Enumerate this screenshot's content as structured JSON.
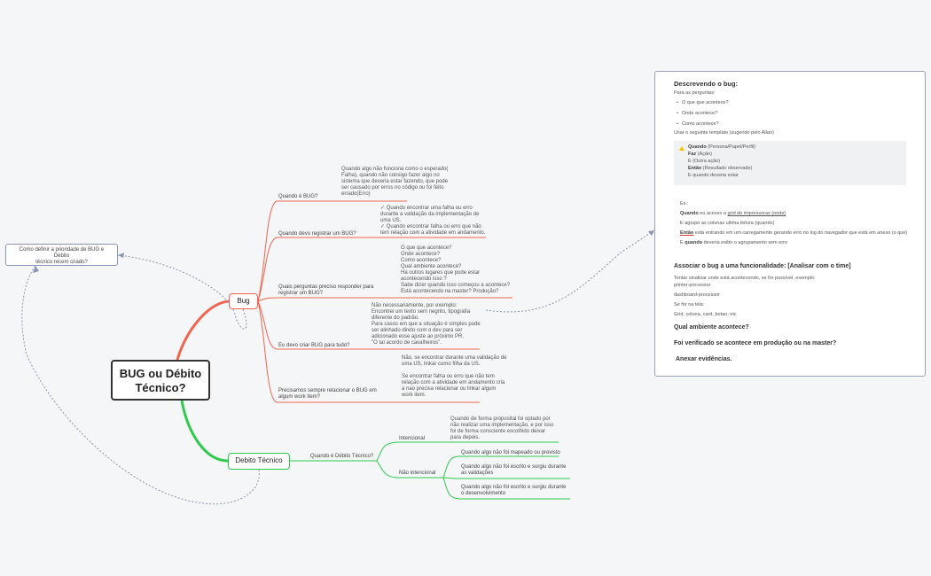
{
  "root": {
    "title_line1": "BUG ou Débito",
    "title_line2": "Técnico?"
  },
  "bug": {
    "label": "Bug",
    "topics": [
      {
        "q": [
          "Quando é BUG?"
        ],
        "a": [
          "Quando algo não funciona como o esperado(",
          "Falha), quando não consigo fazer algo no",
          "sistema que deveria estar fazendo, que pode",
          "ser causado por erros no código ou foi feito",
          "errado(Erro)"
        ]
      },
      {
        "q": [
          "Quando devo registrar um BUG?"
        ],
        "a": [
          "✓ Quando encontrar uma falha ou erro",
          "durante a validação da implementação de",
          "uma US.",
          "✓ Quando encontrar falha ou erro que não",
          "tem relação com a atividade em andamento."
        ]
      },
      {
        "q": [
          "Quais perguntas preciso responder para",
          "registrar um BUG?"
        ],
        "a": [
          "O que que acontece?",
          "Onde acontece?",
          "Como acontece?",
          "Qual ambiente acontece?",
          "Há outros lugares que pode estar",
          "acontecendo isso ?",
          "Sabe dizer quando isso começou a acontece?",
          "Está acontecendo na master? Produção?"
        ]
      },
      {
        "q": [
          "Eu devo criar BUG para tudo?"
        ],
        "a": [
          "Não necessariamente, por exemplo:",
          "Encontrei um texto sem negrito, tipografia",
          "diferente do padrão.",
          "Para casos em que a situação é simples pode",
          "ser alinhado direto com o dev para ser",
          "adicionado esse ajuste ao próximo PR.",
          "\"O tal acordo de cavalheiros\"."
        ]
      },
      {
        "q": [
          "Precisamos sempre relacionar o BUG em",
          "algum work item?"
        ],
        "a": [
          "Não, se encontrar durante uma validação de",
          "uma US, linkar como filha da US.",
          "",
          "Se encontrar falha ou erro que não tem",
          "relação com a atividade em andamento cria",
          "a nao precisa relacionar ou linkar algum",
          "work item."
        ]
      }
    ]
  },
  "debt": {
    "label": "Debito Técnico",
    "question": "Quando é Débito Técnico?",
    "intentional": {
      "label": "Intencional",
      "note": [
        "Quando de forma proposital foi optado por",
        "não realizar uma implementação, e por isso",
        "foi de forma consciente escolhido deixar",
        "para depois."
      ]
    },
    "unintentional": {
      "label": "Não intencional",
      "items": [
        [
          "Quando algo não foi mapeado ou previsto"
        ],
        [
          "Quando algo não foi escrito e surgiu durante",
          "as validações"
        ],
        [
          "Quando algo não foi escrito e surgiu durante",
          "o desenvolvimento"
        ]
      ]
    }
  },
  "side_node": {
    "text": [
      "Como definir a prioridade de BUG e Débito",
      "técnico recem criado?"
    ]
  },
  "panel": {
    "title": "Descrevendo o bug:",
    "intro": "Para as perguntas:",
    "questions": [
      "O que que acontece?",
      "Onde acontece?",
      "Como acontece?"
    ],
    "template_intro": "Usar o seguinte template (sugerido pelo Allan)",
    "template": [
      {
        "k": "Quando",
        "v": " (Persona/Papel/Perfil)"
      },
      {
        "k": "Faz",
        "v": " (Ação)"
      },
      {
        "k": "",
        "v": "E (Outra ação)"
      },
      {
        "k": "Então",
        "v": " (Resultado observado)"
      },
      {
        "k": "",
        "v": "E quando deveria estar"
      }
    ],
    "example_label": "Ex.:",
    "example": {
      "line1_k": "Quando",
      "line1_a": " eu acesso a ",
      "line1_u": "grid de impressoras (onde)",
      "line2": "E agrupo as colunas ultima leitura (quando)",
      "line3_k": "Então",
      "line3_v": " está entrando em um carregamento gerando erro no log do navegador que está em anexo (o que)",
      "line4_a": "E ",
      "line4_k": "quando",
      "line4_v": " deveria exibir o agrupamento sem erro"
    },
    "assoc_title": "Associar o bug a uma funcionalidade: [Analisar com o time]",
    "assoc_lines": [
      "Tentar sinalizar onde está acontecendo, se for possível, exemplo:",
      "printer-processor",
      "dashboard-processor",
      "Se for na tela:",
      "Grid, coluna, card, botao, etc"
    ],
    "h2": "Qual ambiente acontece?",
    "h3": "Foi verificado se acontece em produção ou na master?",
    "h4": "Anexar evidências."
  },
  "colors": {
    "bug": "#f0654f",
    "debt": "#2fc94b",
    "dotted": "#8a95b1"
  }
}
